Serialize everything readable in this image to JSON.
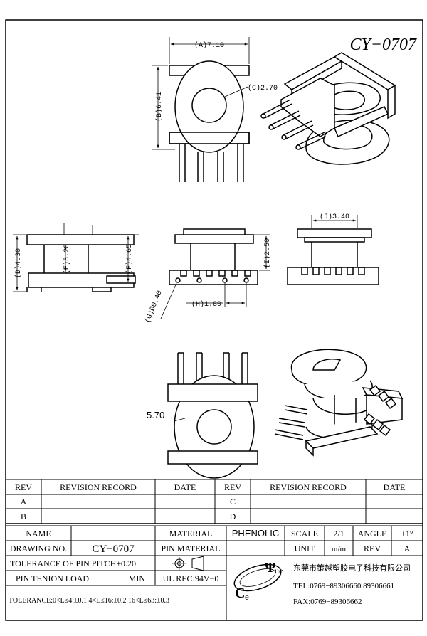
{
  "drawing": {
    "part_number": "CY−0707",
    "dimensions": {
      "a": "(A)7.10",
      "b": "(B)6.41",
      "c": "(C)2.70",
      "d": "(D)4.30",
      "e": "(E)3.20",
      "f": "(F)4.65",
      "g": "(G)Ø0.40",
      "h": "(H)1.80",
      "i": "(I)2.50",
      "j": "(J)3.40",
      "k": "5.70"
    }
  },
  "revision_table": {
    "headers": [
      "REV",
      "REVISION RECORD",
      "DATE",
      "REV",
      "REVISION RECORD",
      "DATE"
    ],
    "rows": [
      [
        "A",
        "",
        "",
        "C",
        "",
        ""
      ],
      [
        "B",
        "",
        "",
        "D",
        "",
        ""
      ]
    ]
  },
  "title_block": {
    "name_label": "NAME",
    "name_value": "",
    "drawing_no_label": "DRAWING NO.",
    "drawing_no_value": "CY−0707",
    "tolerance_pitch": "TOLERANCE OF PIN PITCH±0.20",
    "pin_tension_label": "PIN TENION LOAD",
    "pin_tension_value": "MIN",
    "tolerance_general": "TOLERANCE:0<L≤4:±0.1  4<L≤16:±0.2  16<L≤63:±0.3",
    "material_label": "MATERIAL",
    "material_value": "PHENOLIC",
    "pin_material_label": "PIN MATERIAL",
    "ul_rec": "UL REC:94V−0",
    "scale_label": "SCALE",
    "scale_value": "2/1",
    "angle_label": "ANGLE",
    "angle_value": "±1°",
    "unit_label": "UNIT",
    "unit_value": "m/m",
    "rev_label": "REV",
    "rev_value": "A",
    "company_name": "东莞市策越塑胶电子科技有限公司",
    "tel": "TEL:0769−89306660 89306661",
    "fax": "FAX:0769−89306662",
    "logo_letters": [
      "C",
      "e",
      "Ψ",
      "ue"
    ]
  }
}
